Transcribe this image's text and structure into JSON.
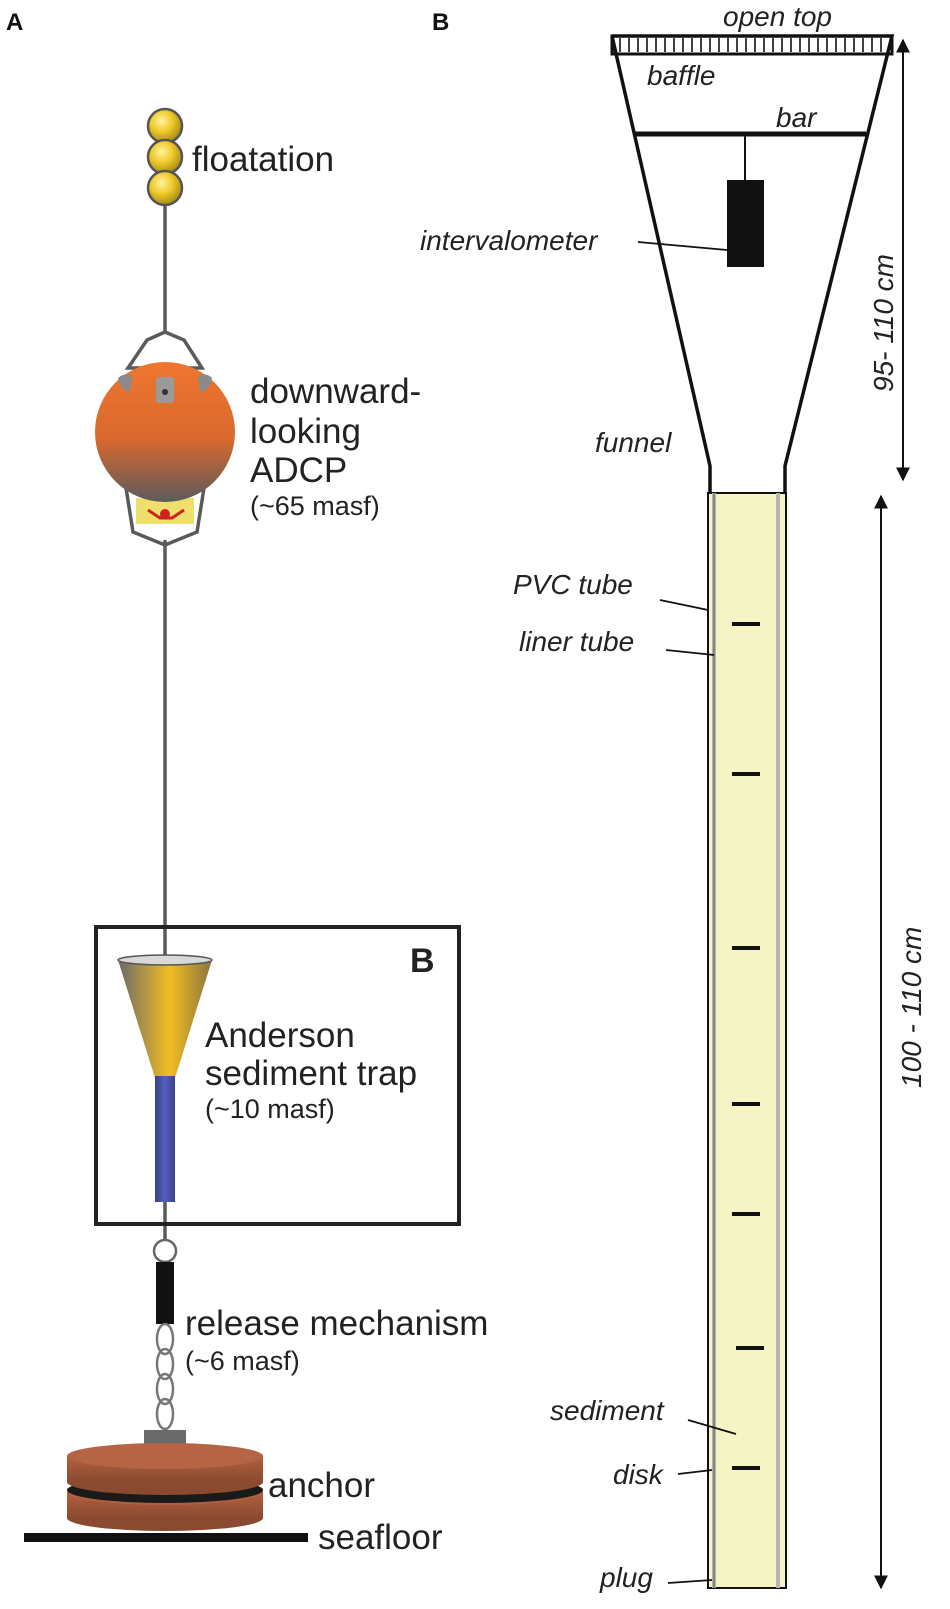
{
  "panel_a": {
    "letter": "A",
    "floatation": "floatation",
    "adcp_line1": "downward-",
    "adcp_line2": "looking",
    "adcp_line3": "ADCP",
    "adcp_depth": "(~65 masf)",
    "inset_letter": "B",
    "trap_line1": "Anderson",
    "trap_line2": "sediment trap",
    "trap_depth": "(~10 masf)",
    "release": "release mechanism",
    "release_depth": "(~6 masf)",
    "anchor": "anchor",
    "seafloor": "seafloor"
  },
  "panel_b": {
    "letter": "B",
    "open_top": "open top",
    "baffle": "baffle",
    "bar": "bar",
    "intervalometer": "intervalometer",
    "funnel": "funnel",
    "pvc_tube": "PVC tube",
    "liner_tube": "liner tube",
    "sediment": "sediment",
    "disk": "disk",
    "plug": "plug",
    "dim_upper": "95- 110 cm",
    "dim_lower": "100 - 110 cm"
  },
  "colors": {
    "buoy_yellow": "#e8c21c",
    "adcp_orange": "#e9702a",
    "trap_blue": "#4a55b0",
    "tube_fill": "#f4f4c4",
    "anchor_brown": "#a0553a",
    "line_gray": "#555555"
  }
}
